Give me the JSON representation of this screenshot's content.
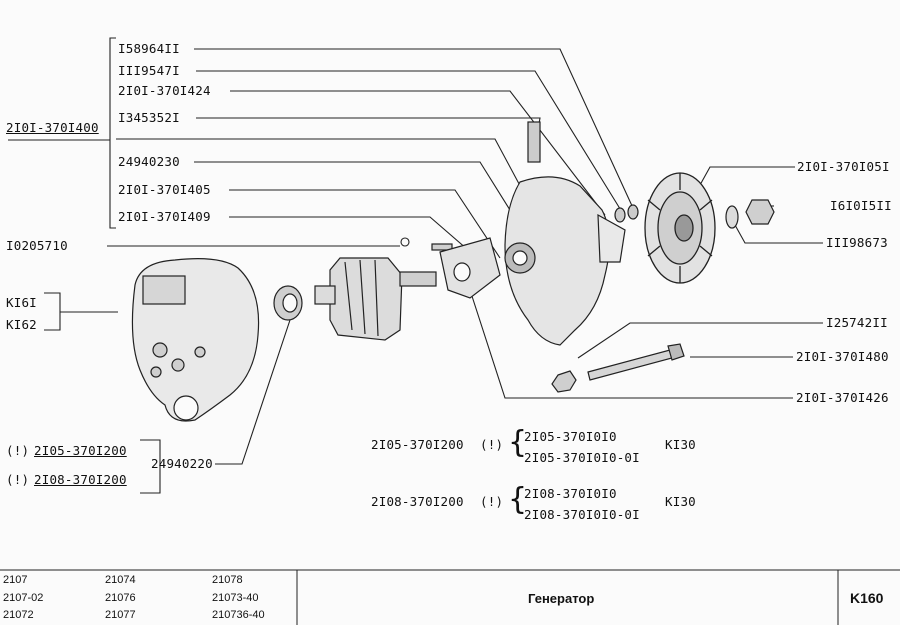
{
  "callouts": {
    "c1": "I58964II",
    "c2": "III9547I",
    "c3": "2I0I-370I424",
    "assembly": "2I0I-370I400",
    "c4": "I345352I",
    "c5": "24940230",
    "c6": "2I0I-370I405",
    "c7": "2I0I-370I409",
    "c8": "I0205710",
    "c9": "KI6I",
    "c10": "KI62",
    "c11": "2I0I-370I05I",
    "c12": "I6I0I5II",
    "c13": "III98673",
    "c14": "I25742II",
    "c15": "2I0I-370I480",
    "c16": "2I0I-370I426",
    "v1_mark": "(!)",
    "v1": "2I05-370I200",
    "v2_mark": "(!)",
    "v2": "2I08-370I200",
    "bearing": "24940220"
  },
  "notes": [
    {
      "part": "2I05-370I200",
      "mark": "(!)",
      "items": [
        "2I05-370I0I0",
        "2I05-370I0I0-0I"
      ],
      "ref": "KI30"
    },
    {
      "part": "2I08-370I200",
      "mark": "(!)",
      "items": [
        "2I08-370I0I0",
        "2I08-370I0I0-0I"
      ],
      "ref": "KI30"
    }
  ],
  "footer": {
    "models": [
      [
        "2107",
        "21074",
        "21078"
      ],
      [
        "2107-02",
        "21076",
        "21073-40"
      ],
      [
        "21072",
        "21077",
        "210736-40"
      ]
    ],
    "title": "Генератор",
    "code": "K160"
  }
}
